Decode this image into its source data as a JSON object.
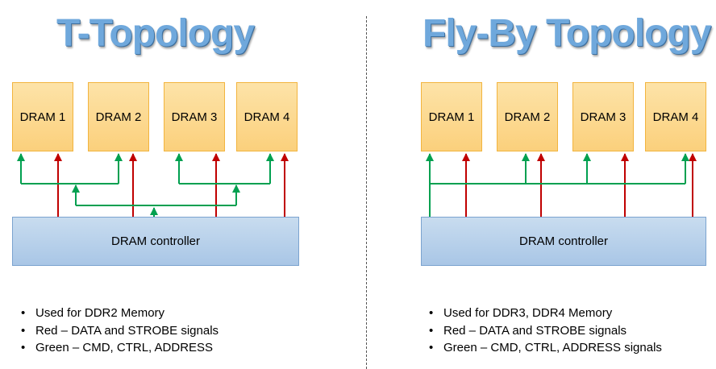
{
  "left": {
    "title": "T-Topology",
    "drams": [
      "DRAM 1",
      "DRAM 2",
      "DRAM 3",
      "DRAM 4"
    ],
    "controller": "DRAM controller",
    "notes": [
      "Used for DDR2 Memory",
      "Red – DATA and STROBE signals",
      "Green – CMD, CTRL, ADDRESS"
    ]
  },
  "right": {
    "title": "Fly-By Topology",
    "drams": [
      "DRAM 1",
      "DRAM 2",
      "DRAM 3",
      "DRAM 4"
    ],
    "controller": "DRAM controller",
    "notes": [
      "Used for DDR3, DDR4 Memory",
      "Red – DATA and STROBE signals",
      "Green – CMD, CTRL, ADDRESS signals"
    ]
  },
  "colors": {
    "data_strobe": "#c00000",
    "cmd_ctrl_address": "#00a050",
    "title": "#6fa8dc",
    "dram_fill": "#fbd07c",
    "controller_fill": "#a9c6e6"
  }
}
